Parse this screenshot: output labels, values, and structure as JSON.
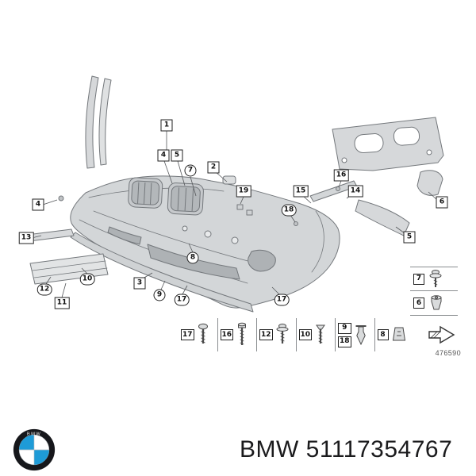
{
  "diagram": {
    "ref_number": "476590",
    "callouts": [
      {
        "label": "1"
      },
      {
        "label": "4"
      },
      {
        "label": "5"
      },
      {
        "label": "7"
      },
      {
        "label": "2"
      },
      {
        "label": "19"
      },
      {
        "label": "16"
      },
      {
        "label": "14"
      },
      {
        "label": "15"
      },
      {
        "label": "18"
      },
      {
        "label": "6"
      },
      {
        "label": "5"
      },
      {
        "label": "4"
      },
      {
        "label": "13"
      },
      {
        "label": "10"
      },
      {
        "label": "12"
      },
      {
        "label": "11"
      },
      {
        "label": "3"
      },
      {
        "label": "9"
      },
      {
        "label": "17"
      },
      {
        "label": "8"
      },
      {
        "label": "17"
      }
    ],
    "side_table": {
      "rows": [
        {
          "num": "7",
          "icon": "screw-with-washer-icon"
        },
        {
          "num": "6",
          "icon": "expanding-nut-icon"
        }
      ]
    },
    "fastener_table": {
      "cells": [
        {
          "num": "17",
          "icon": "pan-head-screw-icon"
        },
        {
          "num": "16",
          "icon": "hex-head-screw-icon"
        },
        {
          "num": "12",
          "icon": "washer-screw-icon"
        },
        {
          "num": "10",
          "icon": "countersunk-screw-icon"
        },
        {
          "num": "9",
          "num2": "18",
          "icon": "expansion-rivet-icon"
        },
        {
          "num": "8",
          "icon": "clip-nut-icon"
        }
      ]
    },
    "direction_icon": "front-direction-arrow-icon"
  },
  "footer": {
    "brand": "BMW",
    "part_number": "51117354767",
    "logo_label": "BMW",
    "logo_blue": "#1e9bd7"
  }
}
